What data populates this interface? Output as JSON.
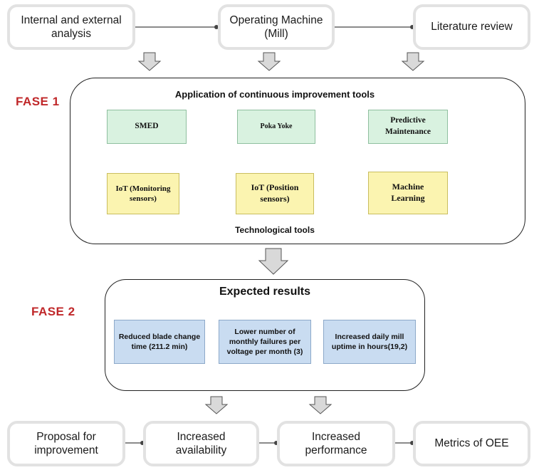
{
  "top": {
    "analysis": "Internal and external analysis",
    "machine": "Operating Machine (Mill)",
    "literature": "Literature review"
  },
  "fase1": {
    "label": "FASE 1",
    "title": "Application of continuous improvement tools",
    "subtitle": "Technological tools",
    "tools": [
      "SMED",
      "Poka Yoke",
      "Predictive Maintenance"
    ],
    "tech": [
      "IoT (Monitoring sensors)",
      "IoT (Position sensors)",
      "Machine Learning"
    ]
  },
  "fase2": {
    "label": "FASE 2",
    "title": "Expected results",
    "results": [
      "Reduced blade change time (211.2 min)",
      "Lower number of monthly failures per voltage per month (3)",
      "Increased daily mill uptime in hours(19,2)"
    ]
  },
  "bottom": {
    "proposal": "Proposal for improvement",
    "availability": "Increased availability",
    "performance": "Increased performance",
    "metrics": "Metrics of OEE"
  }
}
